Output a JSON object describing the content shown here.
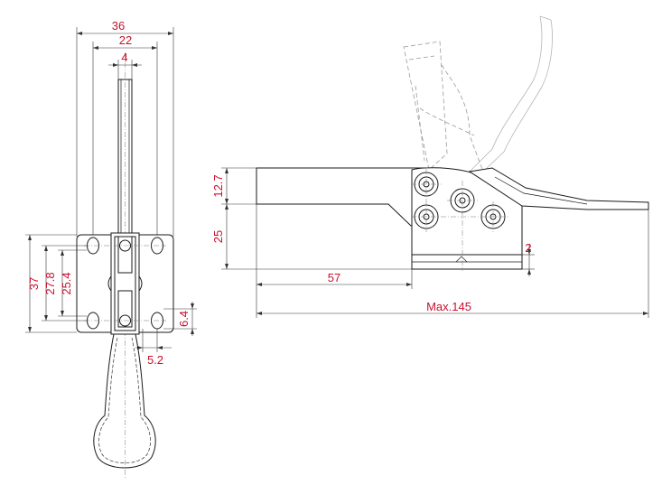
{
  "colors": {
    "dimension_text": "#c8102e",
    "line": "#1a1a1a",
    "ghost": "#9a9a9a"
  },
  "front_view": {
    "dim_overall_width": "36",
    "dim_hole_spacing_x": "22",
    "dim_spindle": "4",
    "dim_height_37": "37",
    "dim_height_27_8": "27.8",
    "dim_height_25_4": "25.4",
    "dim_hole_dia": "6.4",
    "dim_hole_offset": "5.2"
  },
  "side_view": {
    "dim_top_thickness": "12.7",
    "dim_height_25": "25",
    "dim_reach": "57",
    "dim_base_gap": "2",
    "dim_max_length": "Max.145"
  }
}
